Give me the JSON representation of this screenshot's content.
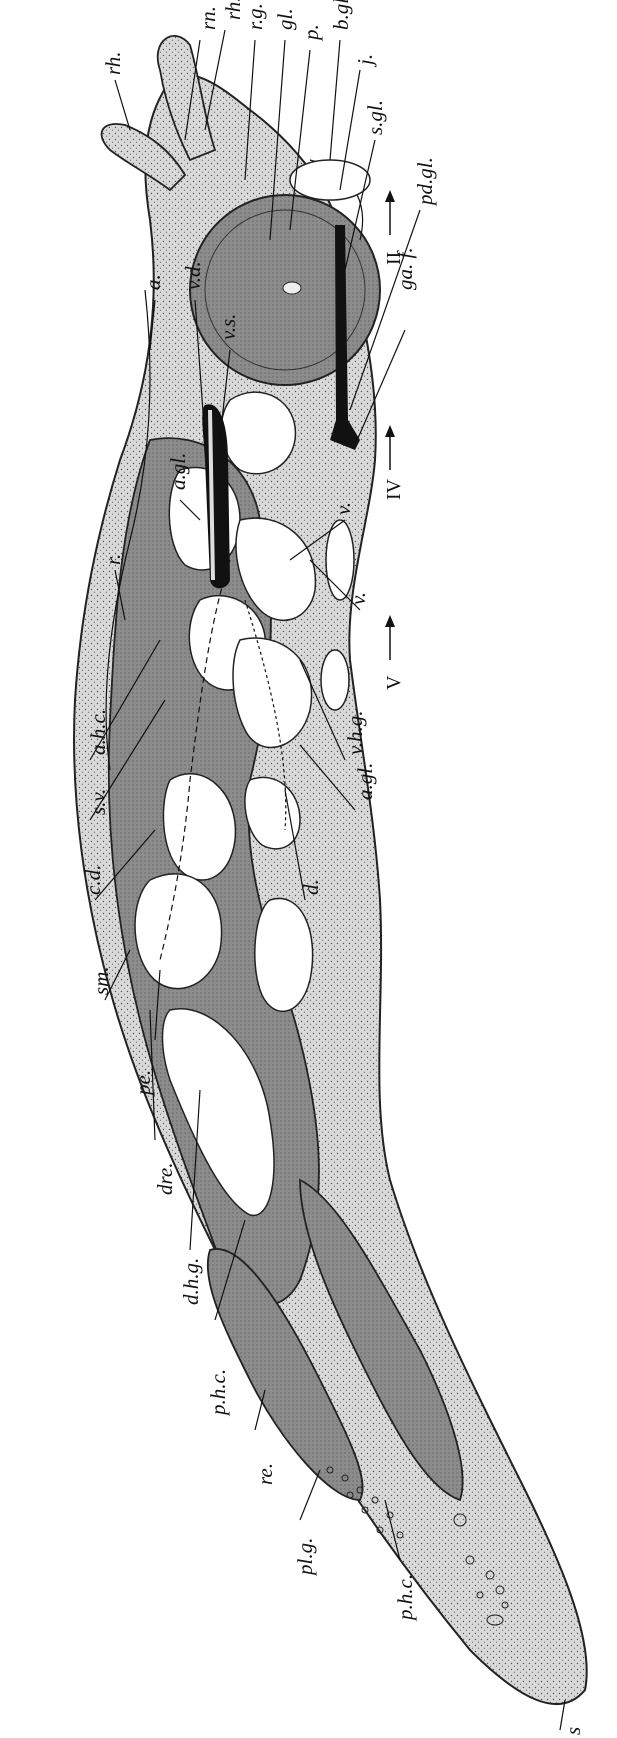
{
  "labels": {
    "rh_top": "rh.",
    "rn": "rn.",
    "rh_side": "rh.",
    "rg": "r.g.",
    "gl": "gl.",
    "p": "p.",
    "bgl": "b.gl.",
    "j": "j.",
    "sgl": "s.gl.",
    "a": "a.",
    "vd": "v.d.",
    "pdgl": "pd.gl.",
    "gaf": "ga. f.",
    "vs": "v.s.",
    "agl_top": "a.gl.",
    "v1": "v.",
    "v2": "v.",
    "r": "r.",
    "ahc": "a.h.c.",
    "sv": "s.v.",
    "vhg": "v.h.g.",
    "cd": "c.d.",
    "agl_bottom": "a.gl.",
    "sm": "sm.",
    "d": "d.",
    "pe": "pe.",
    "dre": "dre.",
    "dhg": "d.h.g.",
    "phc_upper": "p.h.c.",
    "re": "re.",
    "plg": "pl.g.",
    "phc_lower": "p.h.c.",
    "s": "s"
  },
  "section_marks": {
    "II": "II",
    "IV": "IV",
    "V": "V"
  }
}
